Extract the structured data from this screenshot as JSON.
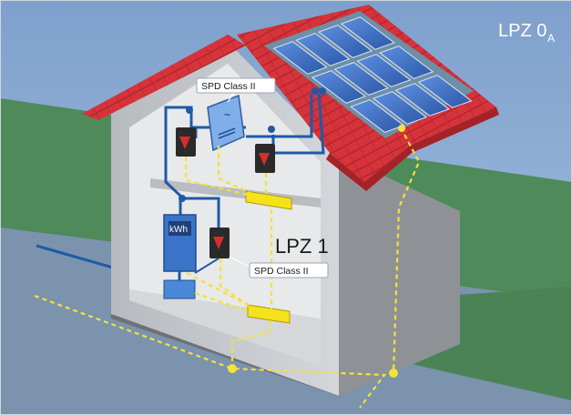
{
  "zones": {
    "outer": {
      "main": "LPZ 0",
      "sub": "A"
    },
    "inner": {
      "main": "LPZ 1"
    }
  },
  "labels": {
    "spd_upper": "SPD Class II",
    "spd_lower": "SPD Class II",
    "meter": "kWh",
    "inverter_symbol": "~"
  },
  "colors": {
    "sky": "#8fb0d6",
    "grass": "#4f8a5a",
    "road": "#7b93ad",
    "roof": "#d6333a",
    "wall": "#c9ccd0",
    "interior": "#eaeaea",
    "solar_panel": "#3f6fc1",
    "cable_blue": "#1f5aa8",
    "ground_wire": "#f2e23a",
    "busbar": "#f5e21a",
    "spd_red": "#d62e2e"
  }
}
